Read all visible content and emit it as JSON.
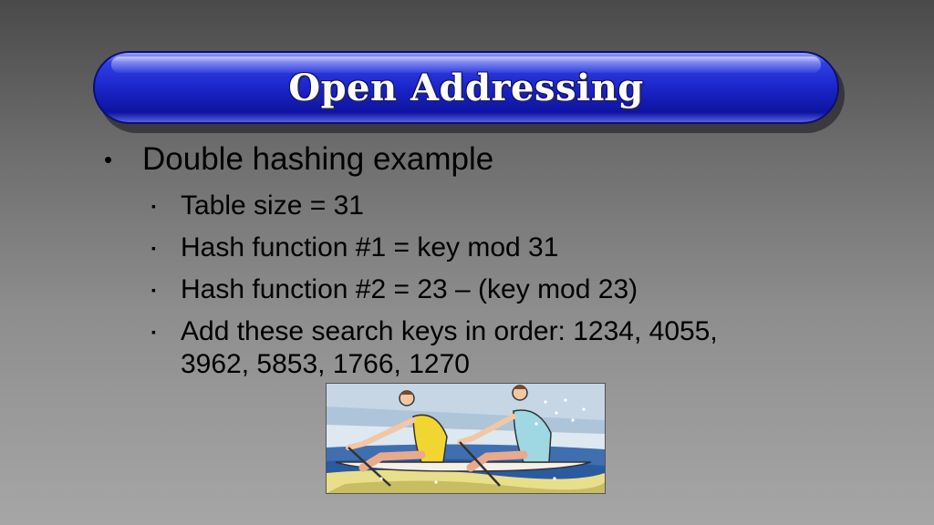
{
  "slide": {
    "title": "Open Addressing",
    "bullet_marker": "•",
    "sub_marker": "▪",
    "bullet": "Double hashing example",
    "sub_items": [
      "Table size = 31",
      "Hash function #1 = key mod 31",
      "Hash function #2 = 23 – (key mod 23)",
      "Add these search keys in order: 1234, 4055, 3962, 5853, 1766, 1270"
    ]
  },
  "colors": {
    "title_bar": "#1b25c9",
    "background_top": "#4a4a4a",
    "background_bottom": "#a6a6a6"
  }
}
